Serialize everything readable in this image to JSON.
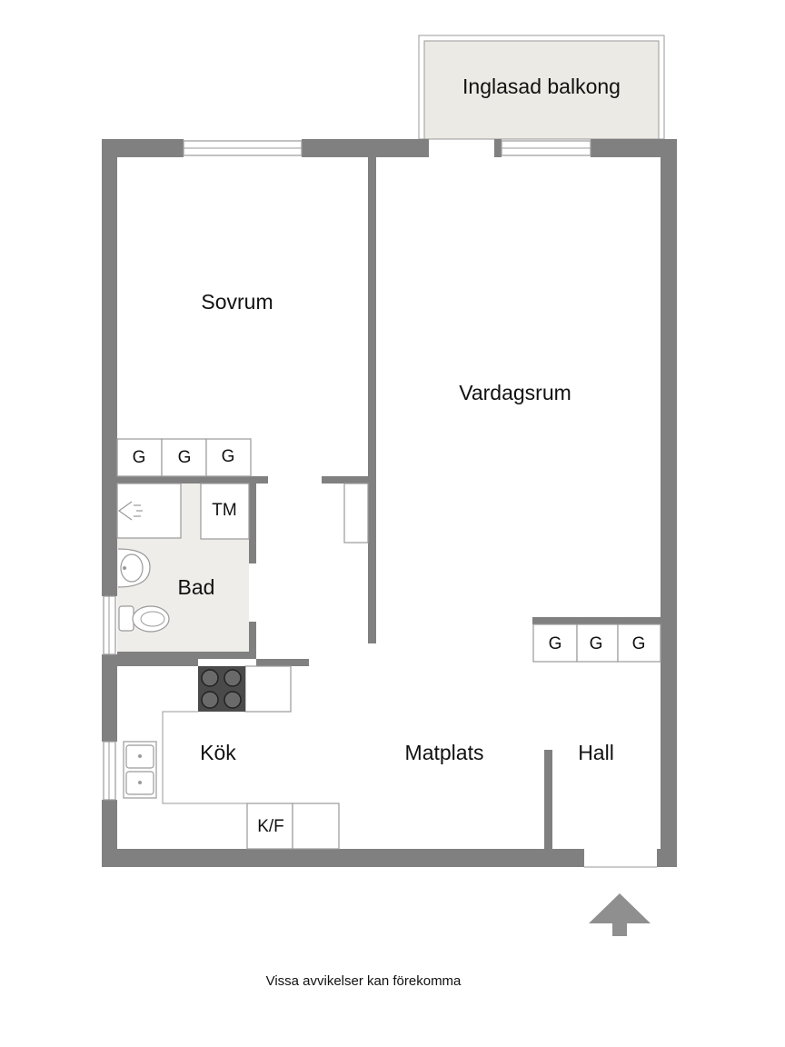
{
  "rooms": {
    "balcony": "Inglasad balkong",
    "bedroom": "Sovrum",
    "living_room": "Vardagsrum",
    "bathroom": "Bad",
    "kitchen": "Kök",
    "dining": "Matplats",
    "hall": "Hall"
  },
  "fixtures": {
    "wardrobe": "G",
    "laundry": "TM",
    "fridge_freezer": "K/F"
  },
  "footnote": "Vissa avvikelser kan förekomma",
  "colors": {
    "wall": "#808080",
    "balcony_floor": "#ECEAE4",
    "bathroom_floor": "#EEEDE9",
    "line": "#9A9A9A"
  },
  "icons": [
    "entrance-arrow-icon",
    "shower-icon",
    "sink-icon",
    "toilet-icon",
    "stove-icon",
    "kitchen-sink-icon"
  ]
}
